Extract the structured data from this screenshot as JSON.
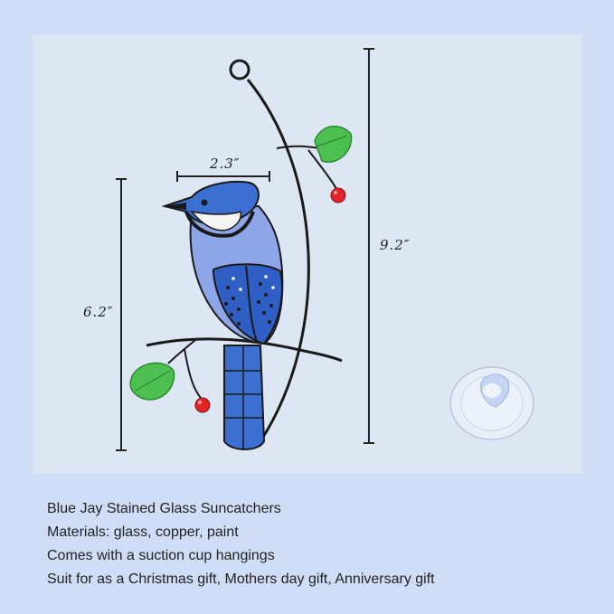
{
  "dimensions": {
    "wingspan": "2.3″",
    "height_bird": "6.2″",
    "height_total": "9.2″"
  },
  "caption": {
    "line1": "Blue Jay Stained Glass Suncatchers",
    "line2": "Materials: glass, copper, paint",
    "line3": "Comes with a suction cup hangings",
    "line4": "Suit for as a Christmas gift, Mothers day gift, Anniversary gift"
  },
  "colors": {
    "background": "#cfdef6",
    "panel": "#dde7f3",
    "bird_blue": "#3b6fd1",
    "leaf_green": "#4bbf4f",
    "berry_red": "#e0242a"
  }
}
